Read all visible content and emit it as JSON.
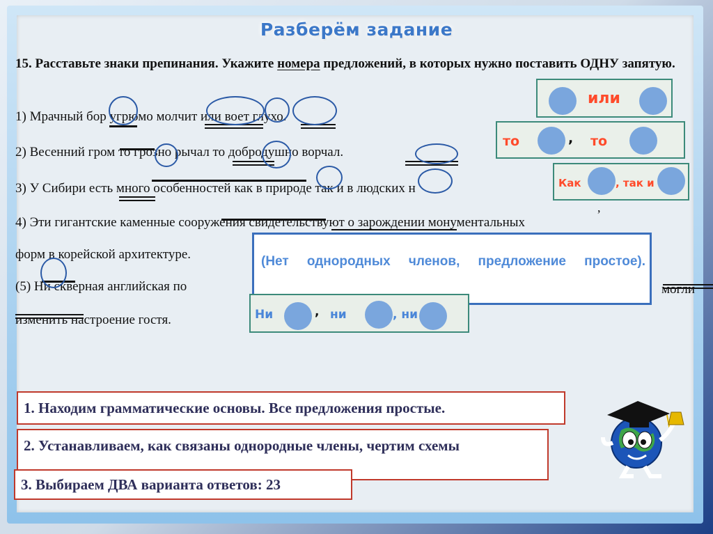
{
  "title": "Разберём задание",
  "task": {
    "number": "15.",
    "text_before": "Расставьте знаки препинания. Укажите",
    "underlined": "номера",
    "text_after": "предложений, в которых нужно поставить ОДНУ запятую."
  },
  "sentences": {
    "s1": "1) Мрачный бор угрюмо молчит или воет глухо.",
    "s2": "2)  Весенний гром то грозно рычал то добродушно ворчал.",
    "s3": "3) У Сибири  есть много особенностей как в природе так и в людских н",
    "s4": "4) Эти гигантские каменные сооружения свидетельствуют о зарождении монументальных",
    "s4b": "форм в корейской архитектуре.",
    "s5": "(5) Ни скверная английская по",
    "s5_tail": "могли",
    "s5b": "изменить настроение гостя."
  },
  "schemes": {
    "ili": "или",
    "to1": "то",
    "comma": ",",
    "to2": "то",
    "kak": "Как",
    "tak": ", так и",
    "ni1": "Ни",
    "ni_comma": ",",
    "ni2": "ни",
    "ni3": ", ни"
  },
  "note_comma": ",",
  "explanation": "(Нет однородных членов, предложение простое).",
  "steps": {
    "step1": "1. Находим грамматические основы. Все предложения простые.",
    "step2": "2. Устанавливаем, как связаны однородные члены, чертим схемы",
    "step3": "3. Выбираем ДВА варианта ответов: 23"
  },
  "colors": {
    "title": "#3c78c8",
    "scheme_text": "#ff4b2b",
    "circle_fill": "#7aa6dd",
    "explanation": "#4f8ad8",
    "step_border": "#c0392b"
  }
}
